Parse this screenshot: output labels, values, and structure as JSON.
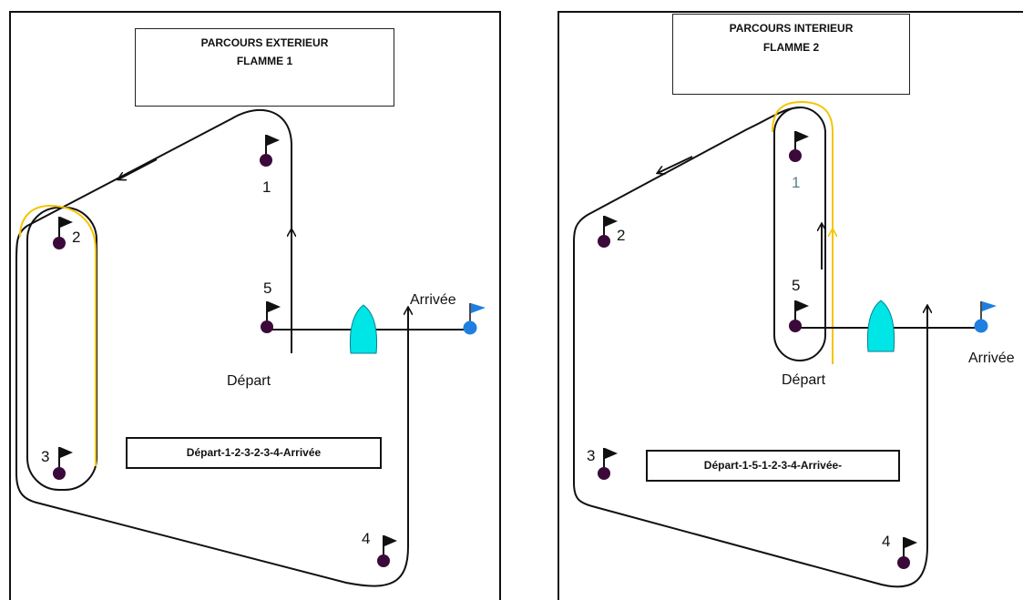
{
  "left": {
    "title": "PARCOURS EXTERIEUR",
    "flag": "FLAMME 1",
    "route": "Départ-1-2-3-2-3-4-Arrivée",
    "start_label": "Départ",
    "finish_label": "Arrivée",
    "marks": [
      "1",
      "2",
      "3",
      "4",
      "5"
    ]
  },
  "right": {
    "title": "PARCOURS INTERIEUR",
    "flag": "FLAMME 2",
    "route": "Départ-1-5-1-2-3-4-Arrivée-",
    "start_label": "Départ",
    "finish_label": "Arrivée",
    "marks": [
      "1",
      "2",
      "3",
      "4",
      "5"
    ]
  },
  "colors": {
    "buoy": "#3b0a3b",
    "course_line": "#111111",
    "yellow_path": "#f5c400",
    "boat": "#00e5e5",
    "finish_buoy": "#1e7fe0",
    "pennant_blue": "#0a22d6",
    "pennant_red_dot": "#ff0000"
  }
}
